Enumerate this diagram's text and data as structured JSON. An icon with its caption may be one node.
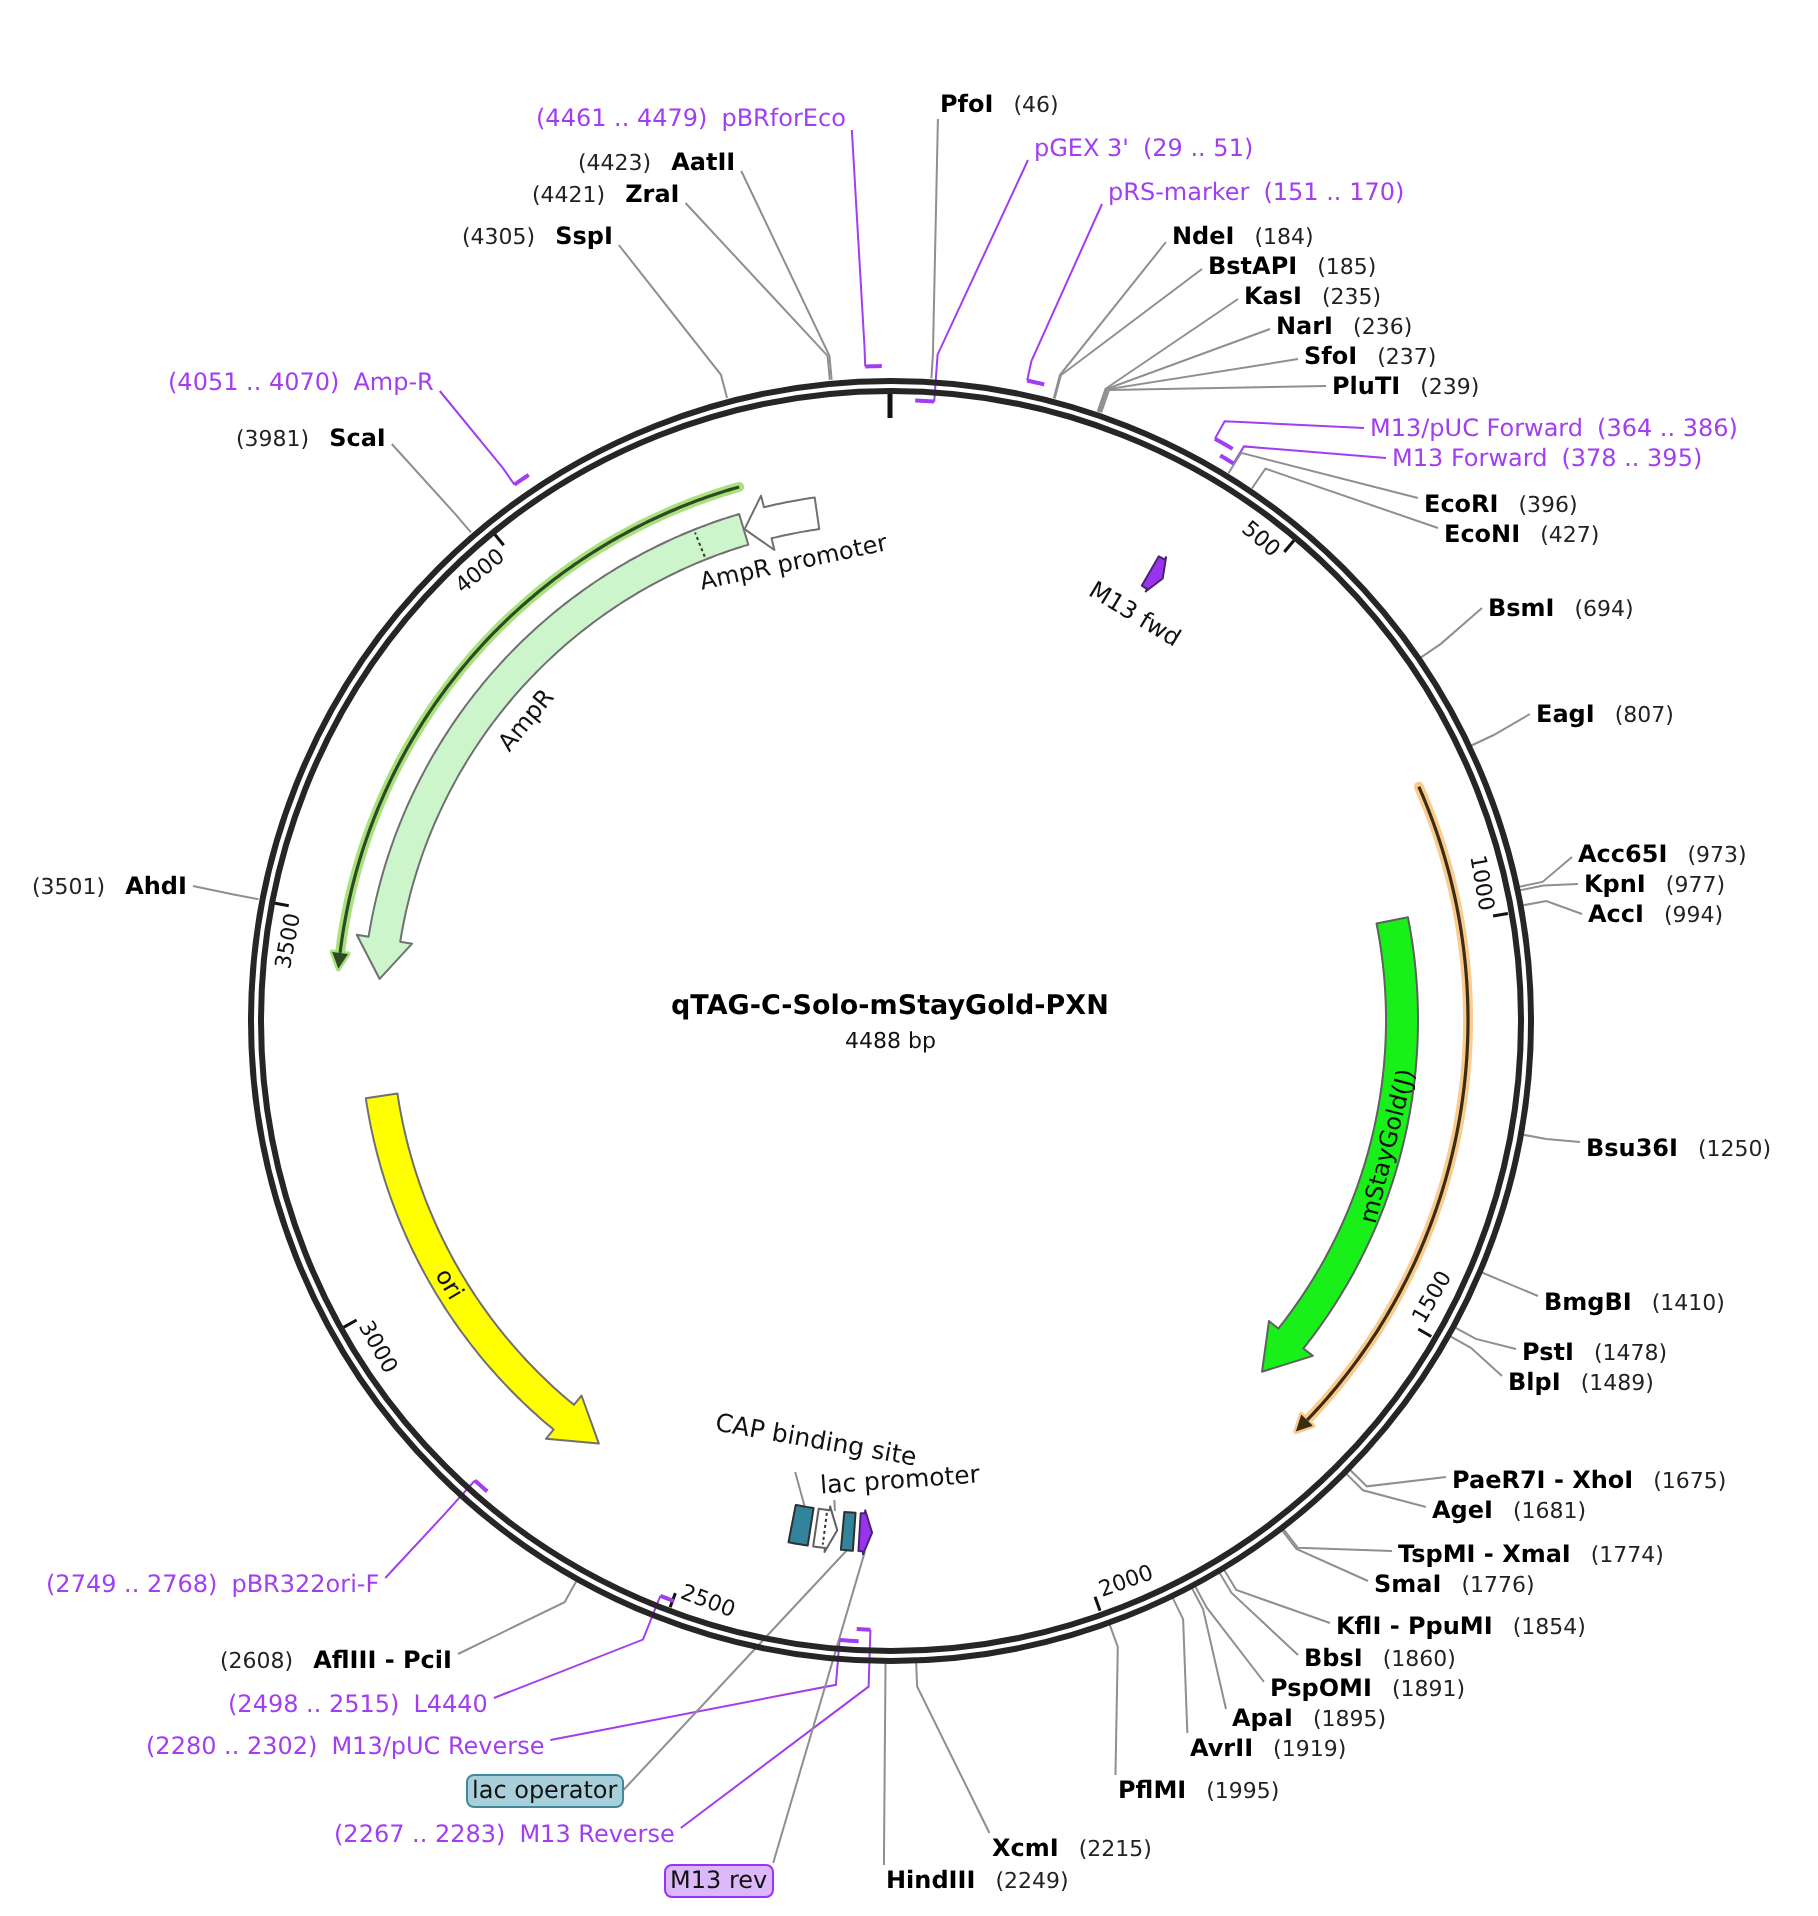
{
  "diagram": {
    "title": "qTAG-C-Solo-mStayGold-PXN",
    "nodes": [
      {
        "text": [],
        "shape": "circle"
      },
      {
        "text": [
          "PfoI",
          "(46)"
        ]
      },
      {
        "text": [
          "(4461 .. 4479)",
          "pBRforEco"
        ]
      },
      {
        "text": [
          "pGEX 3'",
          "(29 .. 51)"
        ]
      },
      {
        "text": [
          "(4423)",
          "AatII"
        ]
      },
      {
        "text": [
          "pRS-marker",
          "(151 .. 170)"
        ]
      },
      {
        "text": [
          "(4421)",
          "ZraI"
        ]
      },
      {
        "text": [
          "(4305)",
          "SspI"
        ]
      },
      {
        "text": [
          "NdeI",
          "(184)"
        ]
      },
      {
        "text": [
          "BstAPI",
          "(185)"
        ]
      },
      {
        "text": [
          "KasI",
          "(235)"
        ]
      },
      {
        "text": [
          "NarI",
          "(236)"
        ]
      },
      {
        "text": [
          "SfoI",
          "(237)"
        ]
      },
      {
        "text": [
          "(4051 .. 4070)",
          "Amp-R"
        ]
      },
      {
        "text": [
          "PluTI",
          "(239)"
        ]
      },
      {
        "text": [
          "M13/pUC Forward",
          "(364 .. 386)"
        ]
      },
      {
        "text": [
          "(3981)",
          "ScaI"
        ]
      },
      {
        "text": [
          "M13 Forward",
          "(378 .. 395)"
        ]
      },
      {
        "text": [
          "EcoRI",
          "(396)"
        ]
      },
      {
        "text": [
          "EcoNI",
          "(427)"
        ]
      },
      {
        "text": [
          "BsmI",
          "(694)"
        ]
      },
      {
        "text": [
          "EagI",
          "(807)"
        ]
      },
      {
        "text": [
          "Acc65I",
          "(973)"
        ]
      },
      {
        "text": [
          "KpnI",
          "(977)"
        ]
      },
      {
        "text": [
          "(3501)",
          "AhdI"
        ]
      },
      {
        "text": [
          "AccI",
          "(994)"
        ]
      },
      {
        "text": [
          "Bsu36I",
          "(1250)"
        ]
      },
      {
        "text": [
          "BmgBI",
          "(1410)"
        ]
      },
      {
        "text": [
          "PstI",
          "(1478)"
        ]
      },
      {
        "text": [
          "BlpI",
          "(1489)"
        ]
      },
      {
        "text": [
          "PaeR7I - XhoI",
          "(1675)"
        ]
      },
      {
        "text": [
          "AgeI",
          "(1681)"
        ]
      },
      {
        "text": [
          "TspMI - XmaI",
          "(1774)"
        ]
      },
      {
        "text": [
          "(2749 .. 2768)",
          "pBR322ori-F"
        ]
      },
      {
        "text": [
          "SmaI",
          "(1776)"
        ]
      },
      {
        "text": [
          "KflI - PpuMI",
          "(1854)"
        ]
      },
      {
        "text": [
          "BbsI",
          "(1860)"
        ]
      },
      {
        "text": [
          "(2608)",
          "AflIII - PciI"
        ]
      },
      {
        "text": [
          "PspOMI",
          "(1891)"
        ]
      },
      {
        "text": [
          "(2498 .. 2515)",
          "L4440"
        ]
      },
      {
        "text": [
          "ApaI",
          "(1895)"
        ]
      },
      {
        "text": [
          "(2280 .. 2302)",
          "M13/pUC Reverse"
        ]
      },
      {
        "text": [
          "AvrII",
          "(1919)"
        ]
      },
      {
        "text": [
          "lac operator"
        ]
      },
      {
        "text": [
          "PflMI",
          "(1995)"
        ]
      },
      {
        "text": [
          "(2267 .. 2283)",
          "M13 Reverse"
        ]
      },
      {
        "text": [
          "XcmI",
          "(2215)"
        ]
      },
      {
        "text": [
          "M13 rev"
        ]
      },
      {
        "text": [
          "HindIII",
          "(2249)"
        ]
      },
      {
        "text": [
          "AmpR promoter"
        ],
        "in": 0
      },
      {
        "text": [
          "AmpR"
        ],
        "in": 0
      },
      {
        "text": [
          "M13 fwd"
        ],
        "in": 0
      },
      {
        "text": [
          "mStayGold(J)"
        ],
        "in": 0
      },
      {
        "text": [
          "ori"
        ],
        "in": 0
      },
      {
        "text": [
          "CAP binding site"
        ],
        "in": 0
      },
      {
        "text": [
          "lac promoter"
        ],
        "in": 0
      },
      {
        "text": [],
        "shape": "box",
        "in": 0
      },
      {
        "text": [],
        "shape": "arrow",
        "in": 0
      },
      {
        "text": [],
        "shape": "box",
        "in": 0
      },
      {
        "text": [],
        "shape": "arrow",
        "in": 0
      },
      {
        "text": [],
        "shape": "bar"
      },
      {
        "text": [],
        "shape": "bar"
      },
      {
        "text": [],
        "shape": "bar",
        "in": 0
      },
      {
        "text": [],
        "shape": "bar"
      },
      {
        "text": [],
        "shape": "bar"
      },
      {
        "text": [],
        "shape": "bar"
      },
      {
        "text": [],
        "shape": "bar",
        "in": 0
      },
      {
        "text": [],
        "shape": "bar",
        "in": 0
      },
      {
        "text": [],
        "shape": "bar",
        "in": 0
      },
      {
        "text": [],
        "shape": "bar",
        "in": 0
      }
    ],
    "edges": [
      {
        "from": 1,
        "to": 0,
        "arrow": "none"
      },
      {
        "from": 2,
        "to": 60,
        "arrow": "none",
        "color": "#a23ef0"
      },
      {
        "from": 3,
        "to": 62,
        "arrow": "none",
        "color": "#a23ef0"
      },
      {
        "from": 4,
        "to": 0,
        "arrow": "none"
      },
      {
        "from": 5,
        "to": 61,
        "arrow": "none",
        "color": "#a23ef0"
      },
      {
        "from": 6,
        "to": 0,
        "arrow": "none"
      },
      {
        "from": 7,
        "to": 0,
        "arrow": "none"
      },
      {
        "from": 8,
        "to": 0,
        "arrow": "none"
      },
      {
        "from": 9,
        "to": 0,
        "arrow": "none"
      },
      {
        "from": 10,
        "to": 0,
        "arrow": "none"
      },
      {
        "from": 11,
        "to": 0,
        "arrow": "none"
      },
      {
        "from": 12,
        "to": 0,
        "arrow": "none"
      },
      {
        "from": 13,
        "to": 65,
        "arrow": "none",
        "color": "#a23ef0"
      },
      {
        "from": 14,
        "to": 0,
        "arrow": "none"
      },
      {
        "from": 15,
        "to": 63,
        "arrow": "none",
        "color": "#a23ef0"
      },
      {
        "from": 16,
        "to": 0,
        "arrow": "none"
      },
      {
        "from": 17,
        "to": 64,
        "arrow": "none",
        "color": "#a23ef0"
      },
      {
        "from": 18,
        "to": 0,
        "arrow": "none"
      },
      {
        "from": 19,
        "to": 0,
        "arrow": "none"
      },
      {
        "from": 20,
        "to": 0,
        "arrow": "none"
      },
      {
        "from": 21,
        "to": 0,
        "arrow": "none"
      },
      {
        "from": 22,
        "to": 0,
        "arrow": "none"
      },
      {
        "from": 23,
        "to": 0,
        "arrow": "none"
      },
      {
        "from": 24,
        "to": 0,
        "arrow": "none"
      },
      {
        "from": 25,
        "to": 0,
        "arrow": "none"
      },
      {
        "from": 26,
        "to": 0,
        "arrow": "none"
      },
      {
        "from": 27,
        "to": 0,
        "arrow": "none"
      },
      {
        "from": 28,
        "to": 0,
        "arrow": "none"
      },
      {
        "from": 29,
        "to": 0,
        "arrow": "none"
      },
      {
        "from": 30,
        "to": 0,
        "arrow": "none"
      },
      {
        "from": 31,
        "to": 0,
        "arrow": "none"
      },
      {
        "from": 32,
        "to": 0,
        "arrow": "none"
      },
      {
        "from": 33,
        "to": 66,
        "arrow": "none",
        "color": "#a23ef0"
      },
      {
        "from": 34,
        "to": 0,
        "arrow": "none"
      },
      {
        "from": 35,
        "to": 0,
        "arrow": "none"
      },
      {
        "from": 36,
        "to": 0,
        "arrow": "none"
      },
      {
        "from": 37,
        "to": 0,
        "arrow": "none"
      },
      {
        "from": 38,
        "to": 0,
        "arrow": "none"
      },
      {
        "from": 39,
        "to": 67,
        "arrow": "none",
        "color": "#a23ef0"
      },
      {
        "from": 40,
        "to": 0,
        "arrow": "none"
      },
      {
        "from": 41,
        "to": 68,
        "arrow": "none",
        "color": "#a23ef0"
      },
      {
        "from": 42,
        "to": 0,
        "arrow": "none"
      },
      {
        "from": 43,
        "to": 58,
        "arrow": "none"
      },
      {
        "from": 44,
        "to": 0,
        "arrow": "none"
      },
      {
        "from": 45,
        "to": 69,
        "arrow": "none",
        "color": "#a23ef0"
      },
      {
        "from": 46,
        "to": 0,
        "arrow": "none"
      },
      {
        "from": 47,
        "to": 59,
        "arrow": "none"
      },
      {
        "from": 48,
        "to": 0,
        "arrow": "none"
      },
      {
        "from": 54,
        "to": 56,
        "arrow": "none"
      },
      {
        "from": 55,
        "to": 57,
        "arrow": "none"
      }
    ],
    "labels": [
      "4488 bp",
      "500",
      "1000",
      "1500",
      "2000",
      "2500",
      "3000",
      "3500",
      "4000"
    ]
  }
}
